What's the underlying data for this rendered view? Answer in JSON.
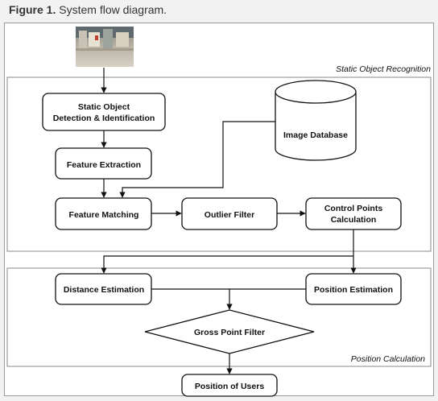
{
  "caption": {
    "label": "Figure 1.",
    "text": "System flow diagram."
  },
  "sections": {
    "static": "Static Object Recognition",
    "position": "Position Calculation"
  },
  "nodes": {
    "detection_line1": "Static Object",
    "detection_line2": "Detection & Identification",
    "feature_extraction": "Feature Extraction",
    "feature_matching": "Feature Matching",
    "outlier_filter": "Outlier Filter",
    "control_line1": "Control Points",
    "control_line2": "Calculation",
    "image_database": "Image Database",
    "distance_estimation": "Distance Estimation",
    "position_estimation": "Position Estimation",
    "gross_point_filter": "Gross Point Filter",
    "position_of_users": "Position of Users"
  },
  "colors": {
    "stroke": "#111111",
    "frame": "#9a9a9a",
    "background": "#f2f2f2"
  }
}
